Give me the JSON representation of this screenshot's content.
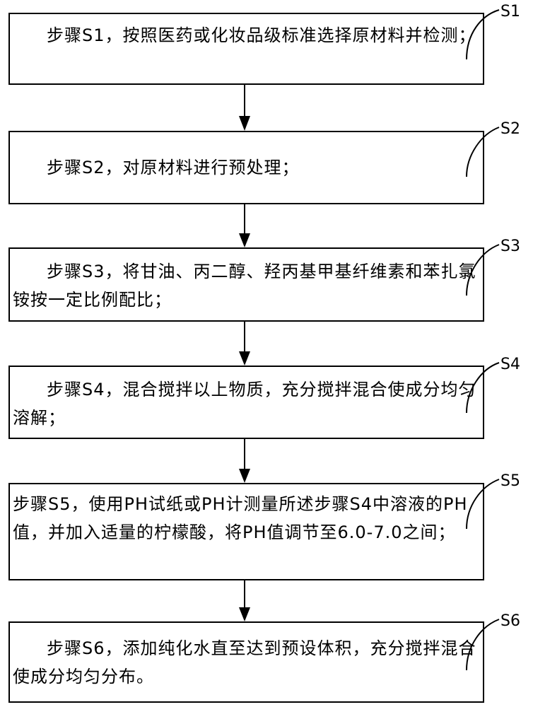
{
  "steps": [
    {
      "label": "S1",
      "text": "步骤S1，按照医药或化妆品级标准选择原材料并检测；"
    },
    {
      "label": "S2",
      "text": "步骤S2，对原材料进行预处理；"
    },
    {
      "label": "S3",
      "text": "步骤S3，将甘油、丙二醇、羟丙基甲基纤维素和苯扎氯铵按一定比例配比；"
    },
    {
      "label": "S4",
      "text": "步骤S4，混合搅拌以上物质，充分搅拌混合使成分均匀溶解；"
    },
    {
      "label": "S5",
      "text": "步骤S5，使用PH试纸或PH计测量所述步骤S4中溶液的PH值，并加入适量的柠檬酸，将PH值调节至6.0-7.0之间；"
    },
    {
      "label": "S6",
      "text": "步骤S6，添加纯化水直至达到预设体积，充分搅拌混合使成分均匀分布。"
    }
  ]
}
